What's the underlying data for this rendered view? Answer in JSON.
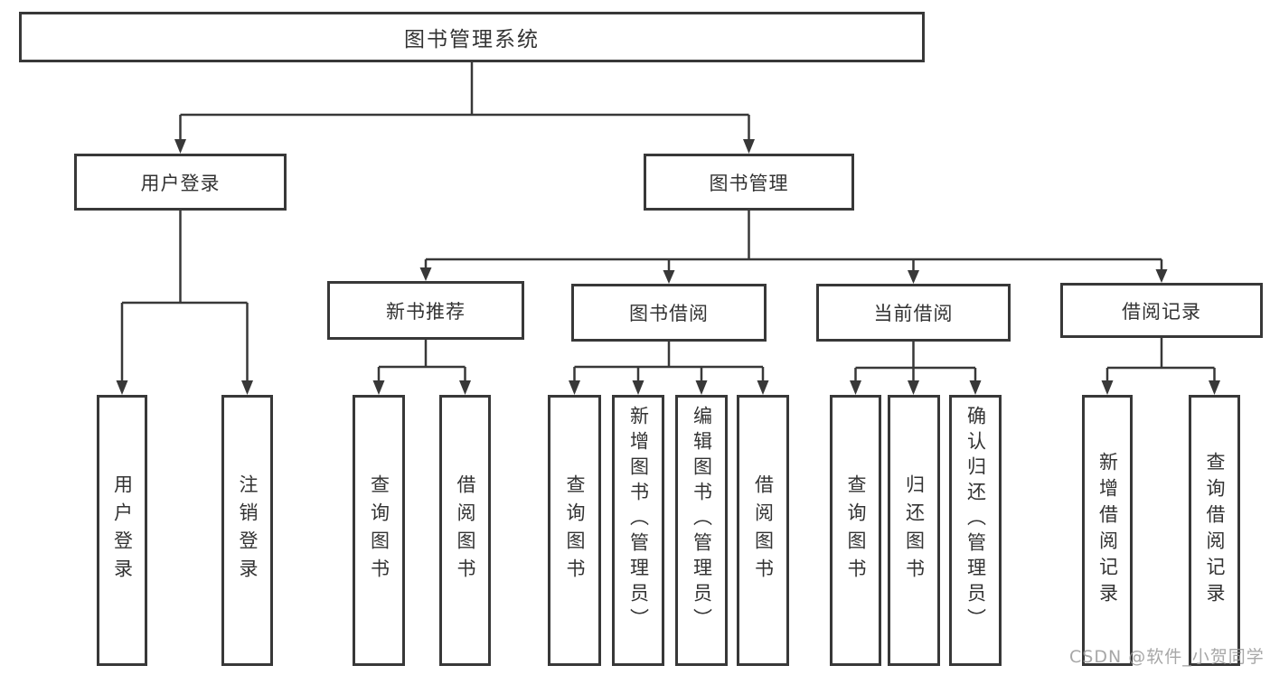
{
  "tree": {
    "root": {
      "label": "图书管理系统"
    },
    "branches": [
      {
        "label": "用户登录",
        "children": [
          {
            "label": "用户登录"
          },
          {
            "label": "注销登录"
          }
        ]
      },
      {
        "label": "图书管理",
        "children": [
          {
            "label": "新书推荐",
            "children": [
              {
                "label": "查询图书"
              },
              {
                "label": "借阅图书"
              }
            ]
          },
          {
            "label": "图书借阅",
            "children": [
              {
                "label": "查询图书"
              },
              {
                "label": "新增图书（管理员）"
              },
              {
                "label": "编辑图书（管理员）"
              },
              {
                "label": "借阅图书"
              }
            ]
          },
          {
            "label": "当前借阅",
            "children": [
              {
                "label": "查询图书"
              },
              {
                "label": "归还图书"
              },
              {
                "label": "确认归还（管理员）"
              }
            ]
          },
          {
            "label": "借阅记录",
            "children": [
              {
                "label": "新增借阅记录"
              },
              {
                "label": "查询借阅记录"
              }
            ]
          }
        ]
      }
    ]
  },
  "watermark": "CSDN @软件_小贺同学",
  "colors": {
    "line": "#383838",
    "box_border": "#383838",
    "text": "#333333",
    "watermark": "#9b9b9b",
    "background": "#ffffff"
  }
}
